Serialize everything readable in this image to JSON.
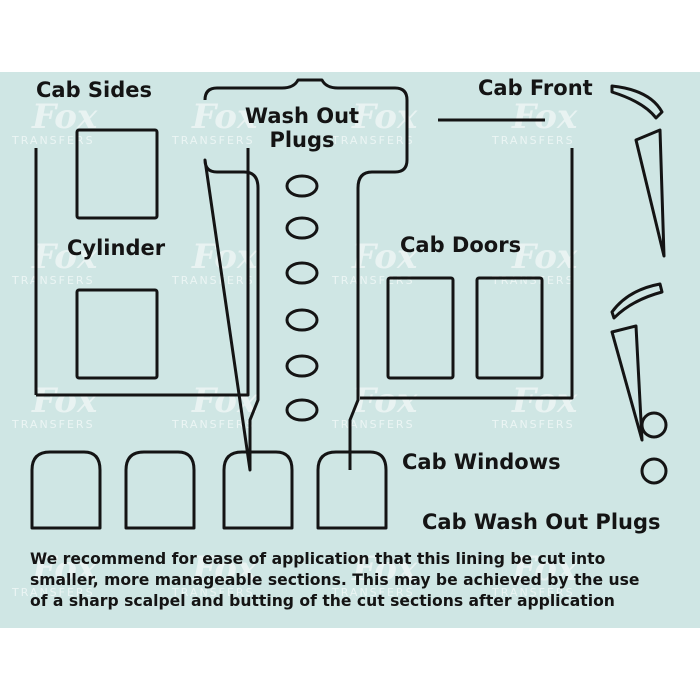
{
  "labels": {
    "cab_sides": "Cab Sides",
    "wash_out_plugs_line1": "Wash Out",
    "wash_out_plugs_line2": "Plugs",
    "cab_front": "Cab Front",
    "cylinder": "Cylinder",
    "cab_doors": "Cab Doors",
    "cab_windows": "Cab Windows",
    "cab_wash_out_plugs": "Cab Wash Out Plugs"
  },
  "instructions": [
    "We recommend for ease of application that this lining be cut into",
    "smaller, more manageable sections. This may be achieved by the use",
    "of a sharp scalpel and butting of the cut sections after application"
  ],
  "watermark": {
    "brand": "Fox",
    "sub": "TRANSFERS"
  },
  "colors": {
    "sheet": "#cfe6e4",
    "lining": "#141414",
    "watermark": "#ffffff"
  }
}
